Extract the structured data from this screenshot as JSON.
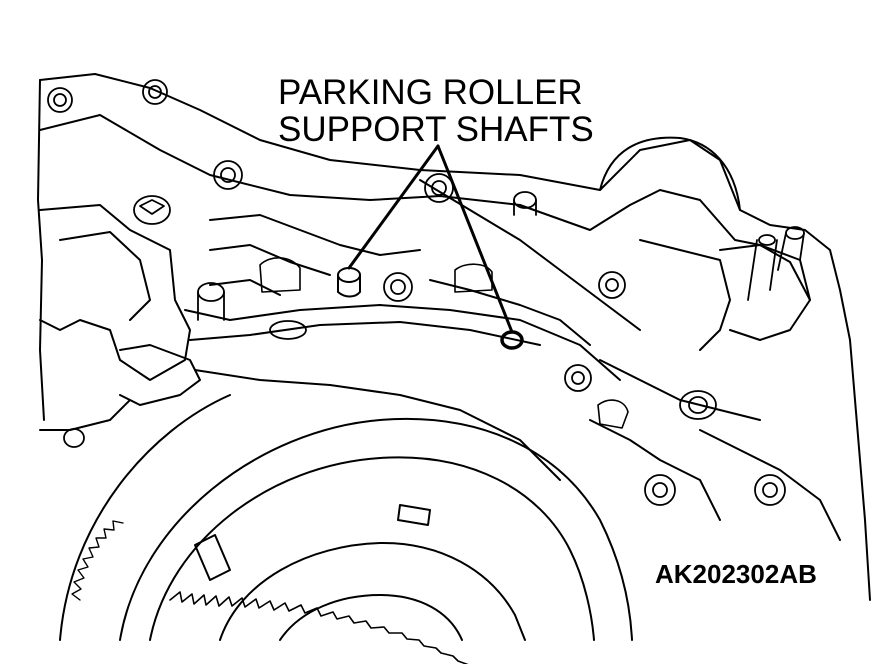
{
  "callout": {
    "line1": "PARKING ROLLER",
    "line2": "SUPPORT SHAFTS"
  },
  "figure_id": "AK202302AB",
  "colors": {
    "ink": "#000000",
    "paper": "#ffffff"
  }
}
